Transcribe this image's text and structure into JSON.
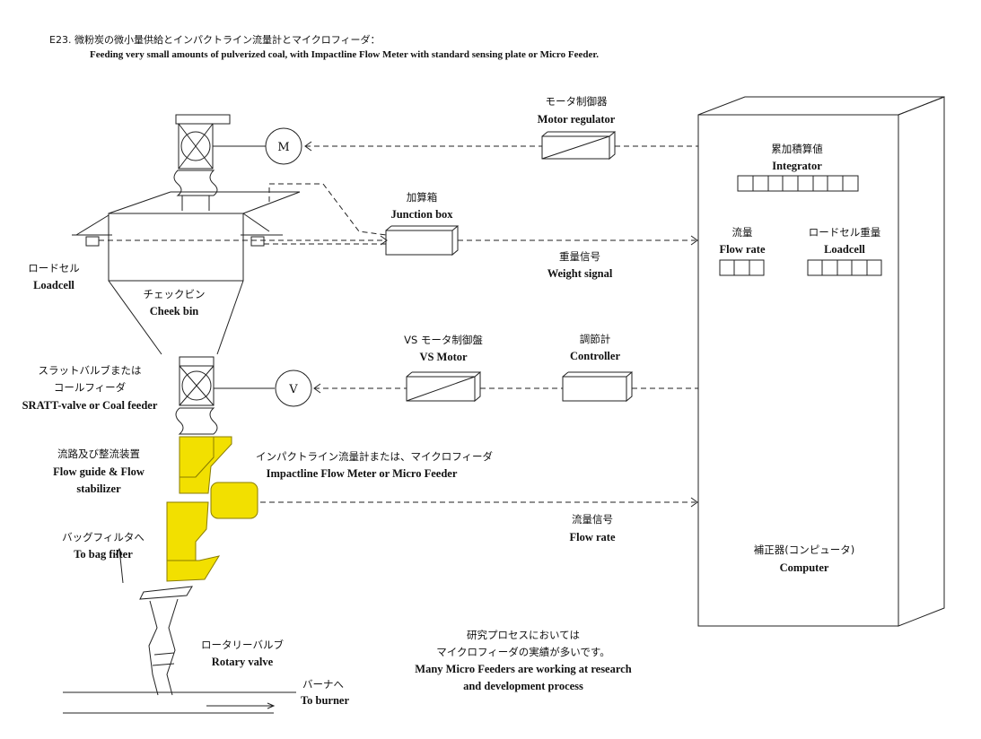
{
  "title": {
    "jp": "E23. 微粉炭の微小量供給とインパクトライン流量計とマイクロフィーダ：",
    "en": "Feeding very small amounts of pulverized coal, with Impactline Flow Meter with standard sensing plate or Micro Feeder."
  },
  "labels": {
    "motor_regulator": {
      "jp": "モータ制御器",
      "en": "Motor regulator"
    },
    "integrator": {
      "jp": "累加積算値",
      "en": "Integrator"
    },
    "junction_box": {
      "jp": "加算箱",
      "en": "Junction box"
    },
    "flow_rate_display": {
      "jp": "流量",
      "en": "Flow rate"
    },
    "loadcell_weight": {
      "jp": "ロードセル重量",
      "en": "Loadcell"
    },
    "weight_signal": {
      "jp": "重量信号",
      "en": "Weight signal"
    },
    "loadcell": {
      "jp": "ロードセル",
      "en": "Loadcell"
    },
    "check_bin": {
      "jp": "チェックビン",
      "en": "Cheek bin"
    },
    "vs_motor": {
      "jp": "VS モータ制御盤",
      "en": "VS Motor"
    },
    "controller": {
      "jp": "調節計",
      "en": "Controller"
    },
    "slatt_valve": {
      "jp1": "スラットバルブまたは",
      "jp2": "コールフィーダ",
      "en": "SRATT-valve or Coal feeder"
    },
    "flow_guide": {
      "jp": "流路及び整流装置",
      "en1": "Flow guide & Flow",
      "en2": "stabilizer"
    },
    "impactline": {
      "jp": "インパクトライン流量計または、マイクロフィーダ",
      "en": "Impactline Flow Meter or Micro Feeder"
    },
    "flow_rate_signal": {
      "jp": "流量信号",
      "en": "Flow rate"
    },
    "bag_filter": {
      "jp": "バッグフィルタへ",
      "en": "To bag filter"
    },
    "computer": {
      "jp": "補正器(コンピュータ)",
      "en": "Computer"
    },
    "rotary_valve": {
      "jp": "ロータリーバルブ",
      "en": "Rotary valve"
    },
    "burner": {
      "jp": "バーナへ",
      "en": "To burner"
    },
    "note": {
      "jp1": "研究プロセスにおいては",
      "jp2": "マイクロフィーダの実績が多いです。",
      "en1": "Many Micro Feeders are working at research",
      "en2": "and development process"
    },
    "motor_symbol": "M",
    "valve_symbol": "V"
  },
  "colors": {
    "line": "#222222",
    "highlight": "#f2e000",
    "highlight_edge": "#8a7d00"
  }
}
